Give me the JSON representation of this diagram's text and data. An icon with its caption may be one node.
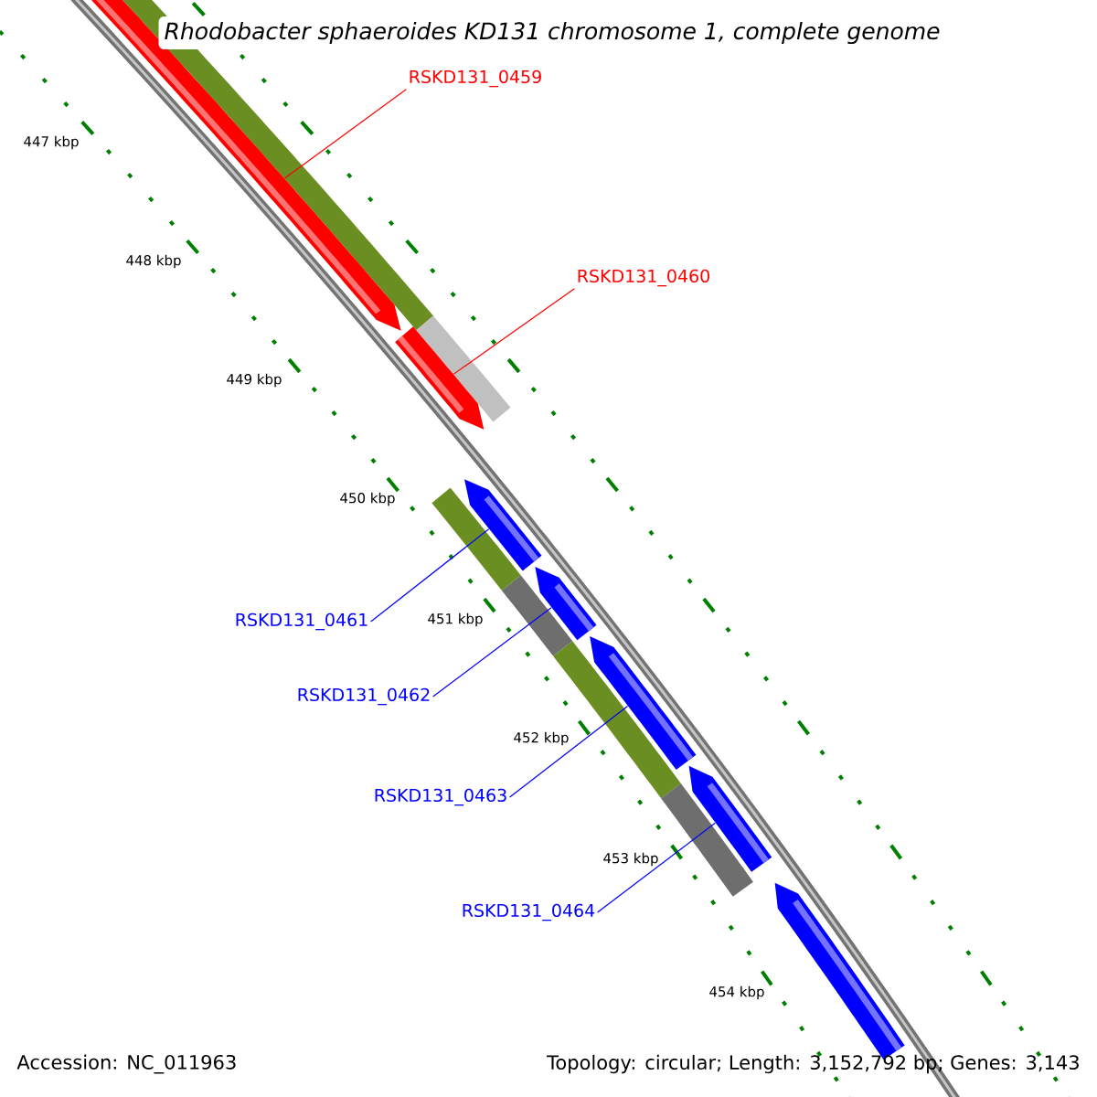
{
  "diagram": {
    "title": "Rhodobacter sphaeroides KD131 chromosome 1, complete genome",
    "nodes": [
      {
        "text": [
          "RSKD131_0459"
        ]
      },
      {
        "text": [
          "RSKD131_0460"
        ]
      },
      {
        "text": [
          "RSKD131_0461"
        ]
      },
      {
        "text": [
          "RSKD131_0462"
        ]
      },
      {
        "text": [
          "RSKD131_0463"
        ]
      },
      {
        "text": [
          "RSKD131_0464"
        ]
      },
      {
        "text": [],
        "shape": "arrow"
      },
      {
        "text": [],
        "shape": "arrow"
      },
      {
        "text": [],
        "shape": "arrow"
      },
      {
        "text": [],
        "shape": "arrow"
      },
      {
        "text": [],
        "shape": "arrow"
      },
      {
        "text": [],
        "shape": "arrow"
      },
      {
        "text": [],
        "shape": "arrow"
      }
    ],
    "edges": [
      {
        "from": 0,
        "to": 6,
        "arrow": "none",
        "color": "#ff0000"
      },
      {
        "from": 1,
        "to": 7,
        "arrow": "none",
        "color": "#ff0000"
      },
      {
        "from": 2,
        "to": 8,
        "arrow": "none"
      },
      {
        "from": 3,
        "to": 9,
        "arrow": "none"
      },
      {
        "from": 4,
        "to": 10,
        "arrow": "none"
      },
      {
        "from": 5,
        "to": 11,
        "arrow": "none"
      }
    ],
    "labels": [
      "447 kbp",
      "448 kbp",
      "449 kbp",
      "450 kbp",
      "451 kbp",
      "452 kbp",
      "453 kbp",
      "454 kbp",
      "Accession: NC_011963",
      "Topology: circular; Length: 3,152,792 bp; Genes: 3,143"
    ]
  }
}
